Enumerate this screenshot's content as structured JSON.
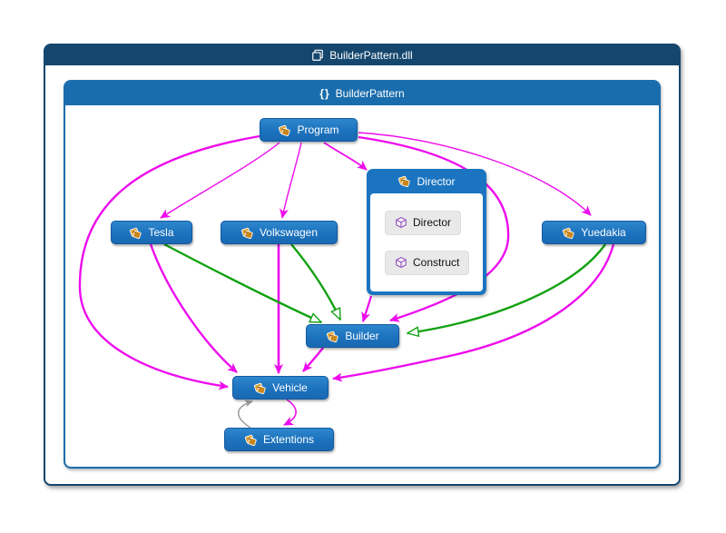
{
  "assembly": {
    "title": "BuilderPattern.dll",
    "icon": "dll-module-icon"
  },
  "namespace": {
    "title": "BuilderPattern",
    "icon": "curly-braces-icon",
    "icon_glyph": "{}"
  },
  "nodes": {
    "program": {
      "label": "Program",
      "icon": "class-icon"
    },
    "tesla": {
      "label": "Tesla",
      "icon": "class-icon"
    },
    "volkswagen": {
      "label": "Volkswagen",
      "icon": "class-icon"
    },
    "yuedakia": {
      "label": "Yuedakia",
      "icon": "class-icon"
    },
    "builder": {
      "label": "Builder",
      "icon": "class-icon"
    },
    "vehicle": {
      "label": "Vehicle",
      "icon": "class-icon"
    },
    "extentions": {
      "label": "Extentions",
      "icon": "class-icon"
    },
    "director_group": {
      "label": "Director",
      "icon": "class-icon",
      "members": [
        {
          "label": "Director",
          "icon": "method-icon"
        },
        {
          "label": "Construct",
          "icon": "method-icon"
        }
      ]
    }
  },
  "diagram": {
    "edge_colors": {
      "call": "#ed0ced",
      "inheritance": "#12a112",
      "reference": "#9b9b9b"
    },
    "edges": [
      {
        "from": "Program",
        "to": "Tesla",
        "type": "call"
      },
      {
        "from": "Program",
        "to": "Volkswagen",
        "type": "call"
      },
      {
        "from": "Program",
        "to": "Director",
        "type": "call"
      },
      {
        "from": "Program",
        "to": "Yuedakia",
        "type": "call"
      },
      {
        "from": "Program",
        "to": "Builder",
        "type": "call"
      },
      {
        "from": "Program",
        "to": "Vehicle",
        "type": "call"
      },
      {
        "from": "Director",
        "to": "Builder",
        "type": "call"
      },
      {
        "from": "Tesla",
        "to": "Vehicle",
        "type": "call"
      },
      {
        "from": "Volkswagen",
        "to": "Vehicle",
        "type": "call"
      },
      {
        "from": "Builder",
        "to": "Vehicle",
        "type": "call"
      },
      {
        "from": "Yuedakia",
        "to": "Vehicle",
        "type": "call"
      },
      {
        "from": "Vehicle",
        "to": "Extentions",
        "type": "call"
      },
      {
        "from": "Tesla",
        "to": "Builder",
        "type": "inheritance"
      },
      {
        "from": "Volkswagen",
        "to": "Builder",
        "type": "inheritance"
      },
      {
        "from": "Yuedakia",
        "to": "Builder",
        "type": "inheritance"
      },
      {
        "from": "Extentions",
        "to": "Vehicle",
        "type": "reference"
      }
    ]
  }
}
